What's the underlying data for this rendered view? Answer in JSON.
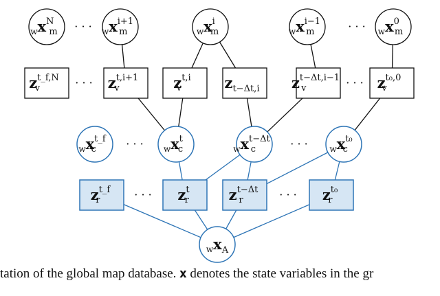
{
  "colors": {
    "black": "#111111",
    "blue": "#2e75b6",
    "blue_fill": "#d6e6f4"
  },
  "map_nodes": [
    {
      "pre": "w",
      "main": "x",
      "sub": "m",
      "sup": "N"
    },
    {
      "pre": "w",
      "main": "x",
      "sub": "m",
      "sup": "i+1"
    },
    {
      "pre": "w",
      "main": "x",
      "sub": "m",
      "sup": "i"
    },
    {
      "pre": "w",
      "main": "x",
      "sub": "m",
      "sup": "i−1"
    },
    {
      "pre": "w",
      "main": "x",
      "sub": "m",
      "sup": "0"
    }
  ],
  "visual_factors": [
    {
      "main": "z",
      "sub": "v",
      "sup": "t_f,N"
    },
    {
      "main": "z",
      "sub": "v",
      "sup": "t,i+1"
    },
    {
      "main": "z",
      "sub": "v",
      "sup": "t,i"
    },
    {
      "main": "z",
      "sub": "t−Δt,i",
      "sup": ""
    },
    {
      "main": "z",
      "sub": "v",
      "sup": "t−Δt,i−1"
    },
    {
      "main": "z",
      "sub": "v",
      "sup": "t₀,0"
    }
  ],
  "camera_nodes": [
    {
      "pre": "w",
      "main": "x",
      "sub": "c",
      "sup": "t_f"
    },
    {
      "pre": "w",
      "main": "x",
      "sub": "c",
      "sup": "t"
    },
    {
      "pre": "w",
      "main": "x",
      "sub": "c",
      "sup": "t−Δt"
    },
    {
      "pre": "w",
      "main": "x",
      "sub": "c",
      "sup": "t₀"
    }
  ],
  "relative_factors": [
    {
      "main": "z",
      "sub": "r",
      "sup": "t_f"
    },
    {
      "main": "z",
      "sub": "r",
      "sup": "t"
    },
    {
      "main": "z",
      "sub": "r",
      "sup": "t−Δt"
    },
    {
      "main": "z",
      "sub": "r",
      "sup": "t₀"
    }
  ],
  "anchor_node": {
    "pre": "w",
    "main": "x",
    "sub": "A"
  },
  "ellipsis": "· · ·",
  "caption": "tation of the global map database. 𝐱 denotes the state variables in the gr"
}
